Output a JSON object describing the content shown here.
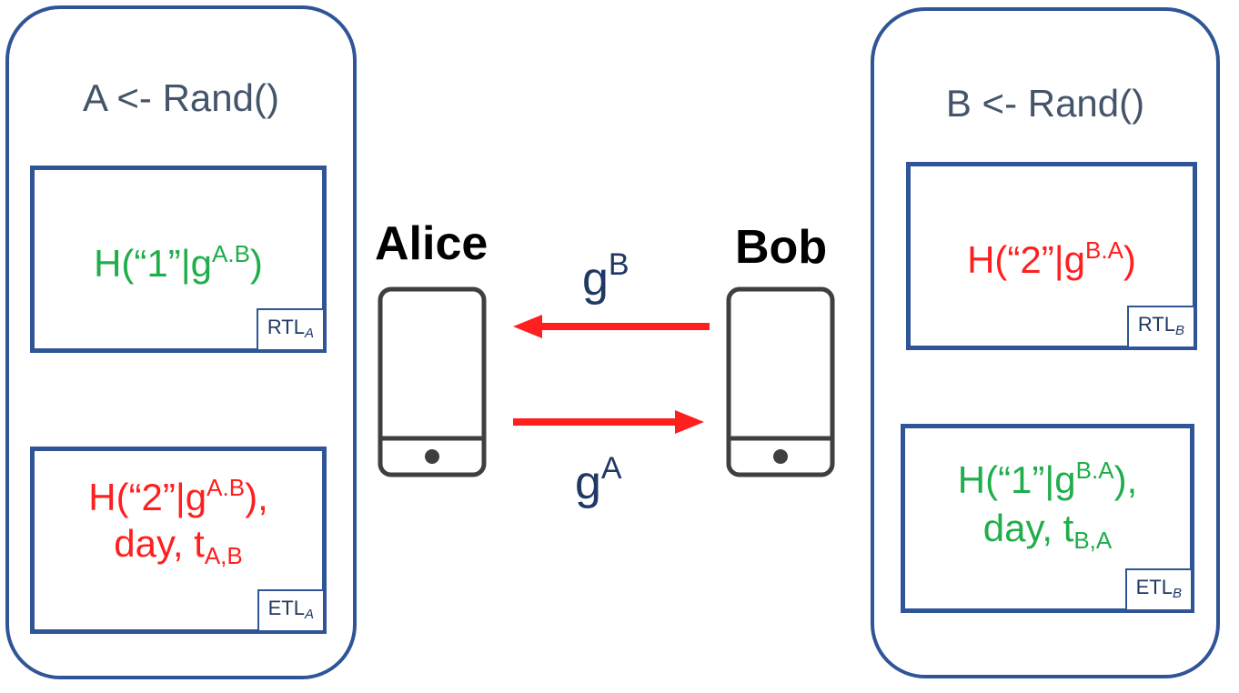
{
  "alice": {
    "name": "Alice",
    "rand": "A <- Rand()",
    "rtl": {
      "formula_pre": "H(“1”|g",
      "formula_sup": "A.B",
      "formula_post": ")",
      "tag": "RTL",
      "tag_sub": "A"
    },
    "etl": {
      "line1_pre": "H(“2”|g",
      "line1_sup": "A.B",
      "line1_post": "),",
      "line2_pre": "day, t",
      "line2_sub": "A,B",
      "tag": "ETL",
      "tag_sub": "A"
    }
  },
  "bob": {
    "name": "Bob",
    "rand": "B <- Rand()",
    "rtl": {
      "formula_pre": "H(“2”|g",
      "formula_sup": "B.A",
      "formula_post": ")",
      "tag": "RTL",
      "tag_sub": "B"
    },
    "etl": {
      "line1_pre": "H(“1”|g",
      "line1_sup": "B.A",
      "line1_post": "),",
      "line2_pre": "day, t",
      "line2_sub": "B,A",
      "tag": "ETL",
      "tag_sub": "B"
    }
  },
  "messages": {
    "to_alice": {
      "base": "g",
      "sup": "B"
    },
    "to_bob": {
      "base": "g",
      "sup": "A"
    }
  },
  "colors": {
    "border": "#2f5597",
    "green": "#1fae4b",
    "red": "#ff1f1f",
    "arrow": "#ff1f1f",
    "phone": "#3f3f3f"
  }
}
